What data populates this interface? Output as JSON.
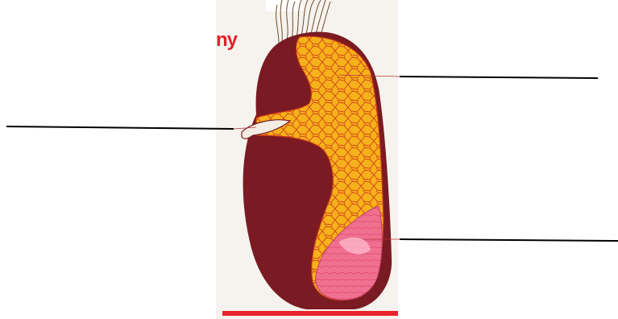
{
  "diagram": {
    "title_fragment": "ny",
    "colors": {
      "background": "#ffffff",
      "panel": "#f6f3ee",
      "seed_coat": "#7a1a22",
      "endosperm": "#f6b21a",
      "endosperm_cells": "#d2421d",
      "embryo": "#f06a8c",
      "accent_stripe": "#e8232b",
      "silk": "#6e4a2a",
      "label_line": "#000000"
    },
    "labels": [
      {
        "id": "endosperm",
        "text": ""
      },
      {
        "id": "seed-coat",
        "text": ""
      },
      {
        "id": "embryo",
        "text": ""
      }
    ]
  }
}
